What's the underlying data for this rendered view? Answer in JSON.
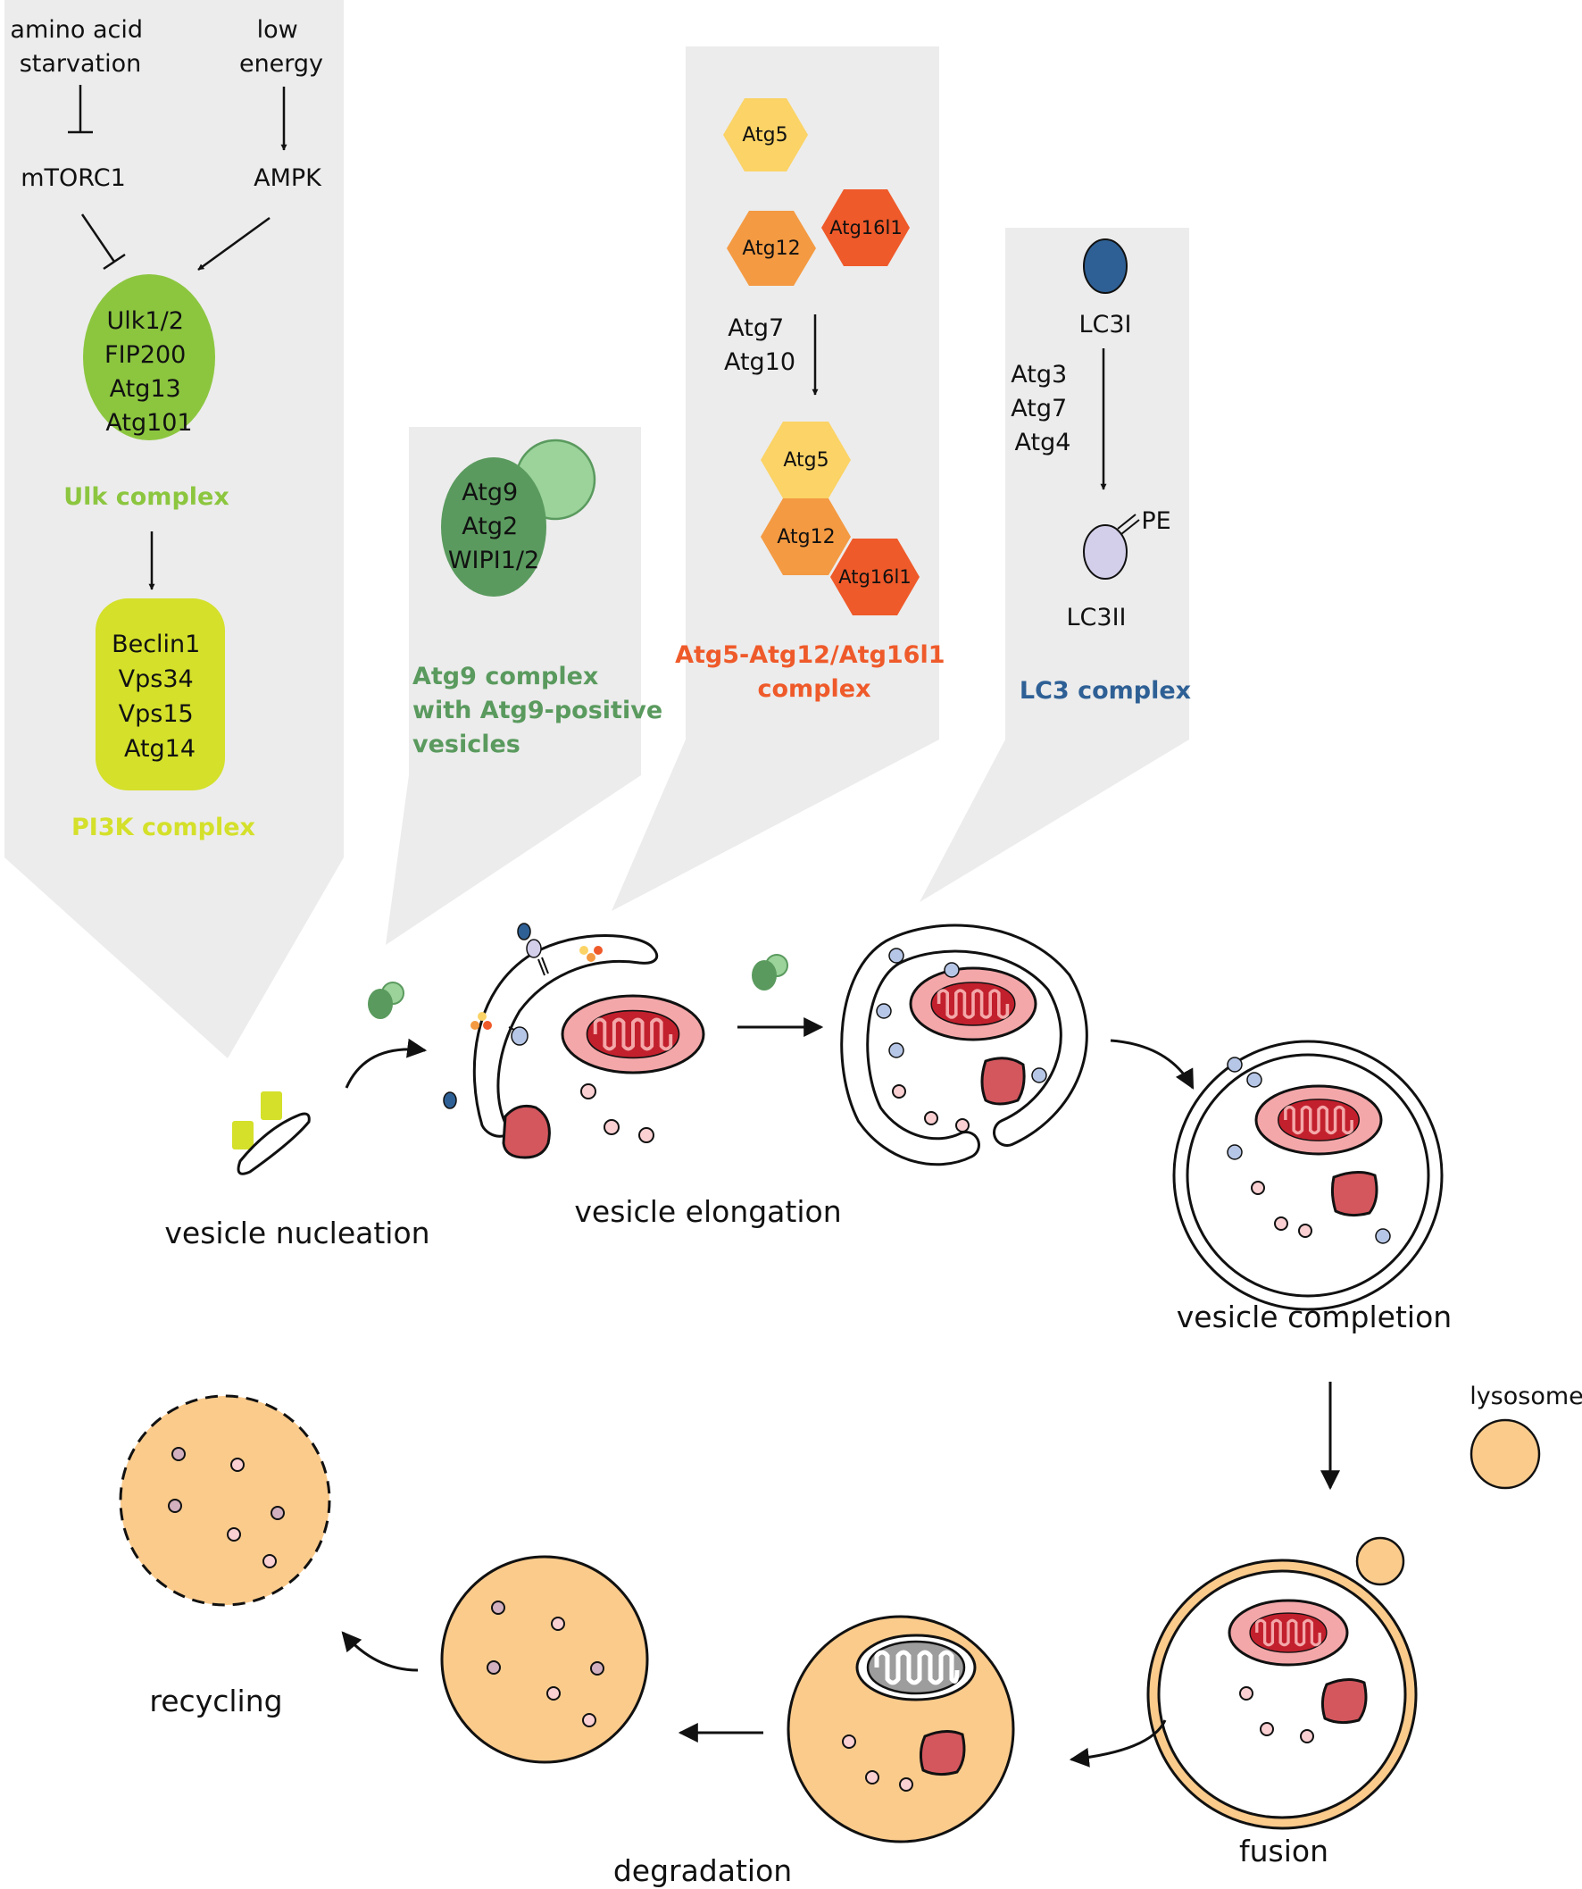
{
  "ulk_panel": {
    "starvation": [
      "amino acid",
      "starvation"
    ],
    "low_energy": [
      "low",
      "energy"
    ],
    "mtorc1": "mTORC1",
    "ampk": "AMPK",
    "ulk_members": [
      "Ulk1/2",
      "FIP200",
      "Atg13",
      "Atg101"
    ],
    "ulk_title": "Ulk complex",
    "pi3k_members": [
      "Beclin1",
      "Vps34",
      "Vps15",
      "Atg14"
    ],
    "pi3k_title": "PI3K complex"
  },
  "atg9_panel": {
    "members": [
      "Atg9",
      "Atg2",
      "WIPI1/2"
    ],
    "title": [
      "Atg9 complex",
      "with Atg9-positive",
      "vesicles"
    ]
  },
  "atg5_panel": {
    "atg5": "Atg5",
    "atg12": "Atg12",
    "atg16l1": "Atg16l1",
    "enzymes": [
      "Atg7",
      "Atg10"
    ],
    "title": [
      "Atg5-Atg12/Atg16l1",
      "complex"
    ]
  },
  "lc3_panel": {
    "lc3i": "LC3I",
    "enzymes": [
      "Atg3",
      "Atg7",
      "Atg4"
    ],
    "pe": "PE",
    "lc3ii": "LC3II",
    "title": "LC3 complex"
  },
  "stages": {
    "nucleation": "vesicle nucleation",
    "elongation": "vesicle elongation",
    "completion": "vesicle completion",
    "lysosome": "lysosome",
    "fusion": "fusion",
    "degradation": "degradation",
    "recycling": "recycling"
  },
  "colors": {
    "panel": "#ececec",
    "ulk_green": "#8cc63f",
    "pi3k_yellow": "#d4e02a",
    "atg9_green": "#5a9a5e",
    "atg9_light": "#9bd39a",
    "atg5_yellow": "#fbd366",
    "atg12_orange": "#f49a42",
    "atg16l1_red": "#ef5a2a",
    "lc3_blue": "#2e6095",
    "lc3ii_lilac": "#d3cfea",
    "mito_outer": "#f4a7a9",
    "mito_crista": "#c2202d",
    "cargo": "#d4575e",
    "lysosome_orange": "#fbcb8c",
    "grey_crista": "#9d9d9d"
  }
}
